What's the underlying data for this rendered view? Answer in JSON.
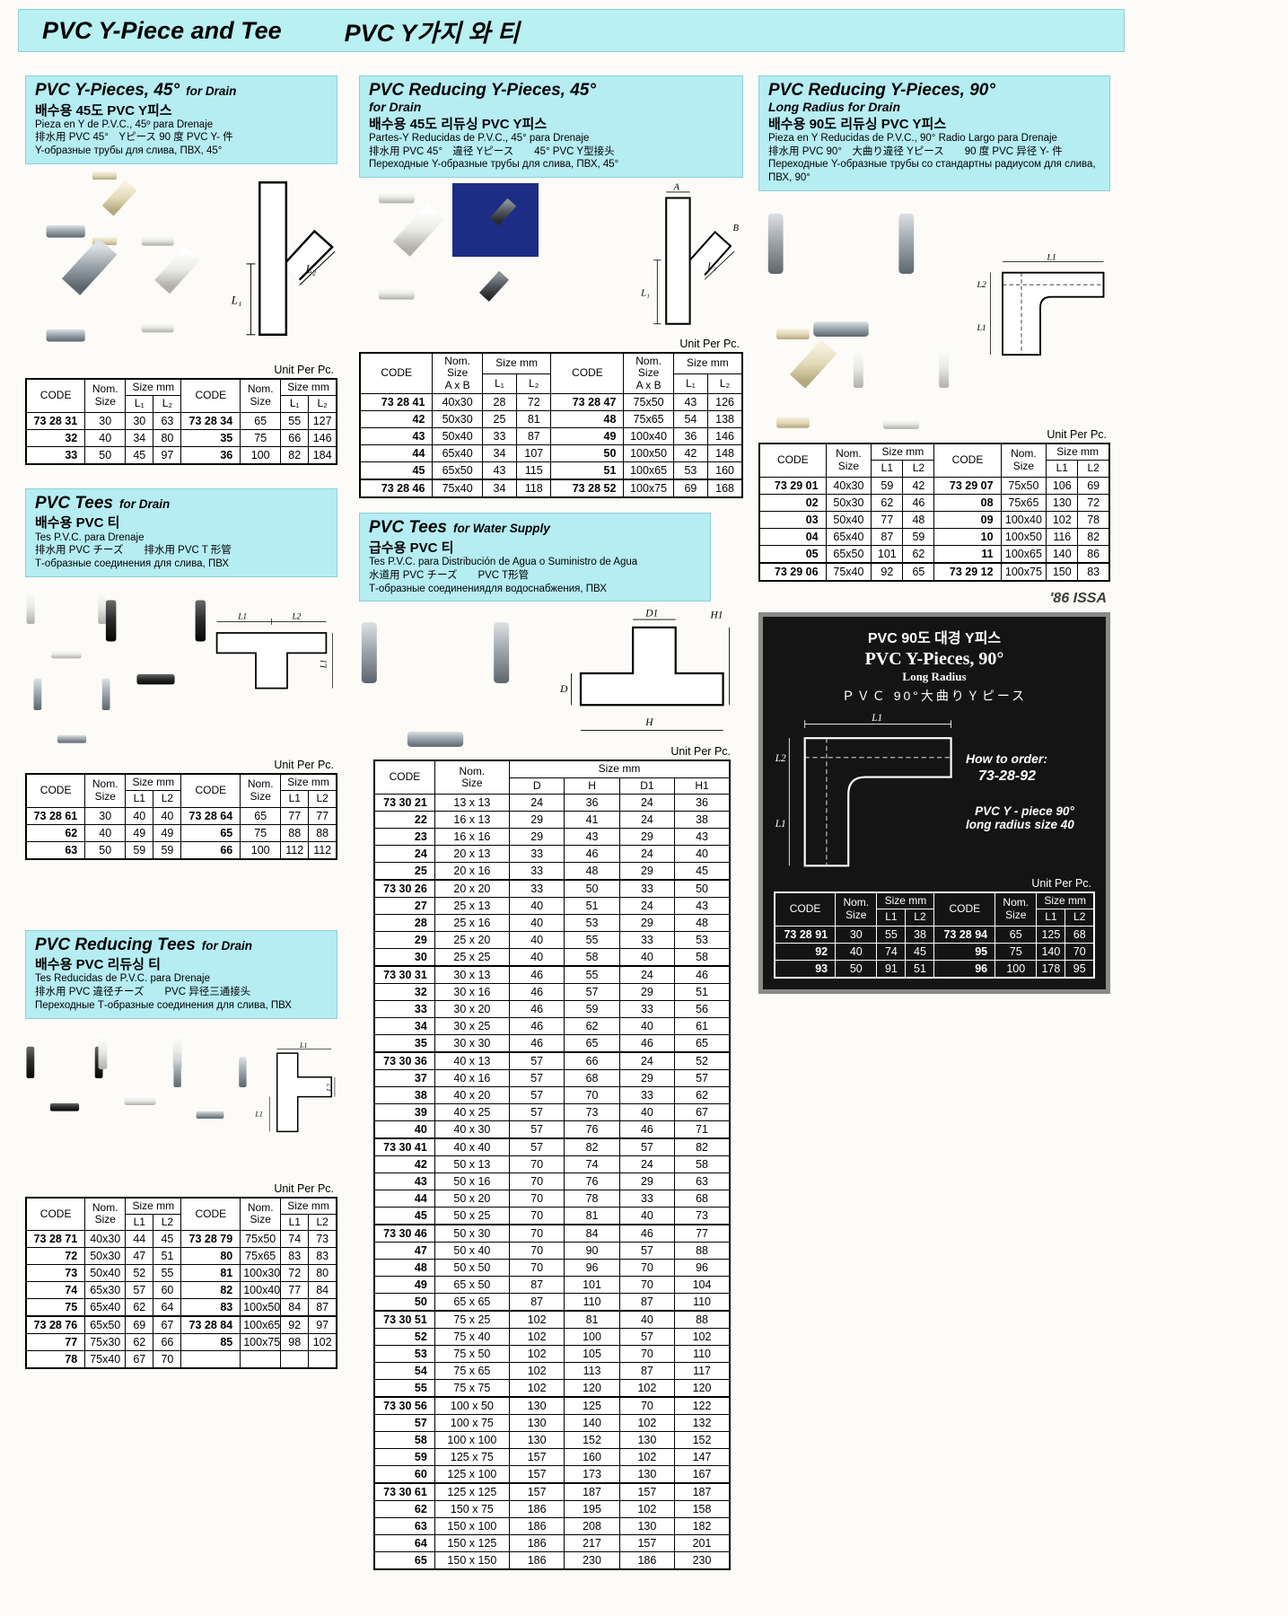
{
  "banner": {
    "title_en": "PVC Y-Piece and Tee",
    "title_ko": "PVC Y가지 와 티"
  },
  "issa_note": "'86 ISSA",
  "labels": {
    "unit": "Unit Per Pc.",
    "code": "CODE",
    "nom_size": "Nom.\nSize",
    "nom_size_axb": "Nom.\nSize\nA x B",
    "size_mm": "Size mm",
    "l1": "L1",
    "l2": "L2",
    "l1s": "L₁",
    "l2s": "L₂",
    "d": "D",
    "h": "H",
    "d1": "D1",
    "h1": "H1",
    "a": "A",
    "b": "B"
  },
  "diagram_labels": {
    "l1": "L1",
    "l2": "L2",
    "l1s": "L₁",
    "l2s": "L₂",
    "a": "A",
    "b": "B",
    "d": "D",
    "h": "H",
    "d1": "D1",
    "h1": "H1"
  },
  "sections": {
    "y45": {
      "title": "PVC Y-Pieces, 45°",
      "suffix": "for Drain",
      "sub_ko": "배수용 45도 PVC Y피스",
      "sub_es": "Pieza en Y de P.V.C., 45º para Drenaje",
      "sub_zh": "排水用 PVC 45°　Yピース  90 度 PVC Y- 件",
      "sub_ru": "Y-образные трубы для слива, ПВХ, 45°",
      "groups": [
        [
          [
            "73 28 31",
            "30",
            "30",
            "63",
            "73 28 34",
            "65",
            "55",
            "127"
          ],
          [
            "32",
            "40",
            "34",
            "80",
            "35",
            "75",
            "66",
            "146"
          ],
          [
            "33",
            "50",
            "45",
            "97",
            "36",
            "100",
            "82",
            "184"
          ]
        ]
      ]
    },
    "ry45": {
      "title": "PVC Reducing Y-Pieces, 45°",
      "suffix": "for Drain",
      "sub_ko": "배수용 45도 리듀싱 PVC Y피스",
      "sub_es": "Partes-Y Reducidas de P.V.C., 45° para Drenaje",
      "sub_zh": "排水用 PVC 45°　違径 Yピース　　45°  PVC Y型接头",
      "sub_ru": "Переходные Y-образные трубы для слива, ПВХ, 45°",
      "groups": [
        [
          [
            "73 28 41",
            "40x30",
            "28",
            "72",
            "73 28 47",
            "75x50",
            "43",
            "126"
          ],
          [
            "42",
            "50x30",
            "25",
            "81",
            "48",
            "75x65",
            "54",
            "138"
          ],
          [
            "43",
            "50x40",
            "33",
            "87",
            "49",
            "100x40",
            "36",
            "146"
          ],
          [
            "44",
            "65x40",
            "34",
            "107",
            "50",
            "100x50",
            "42",
            "148"
          ],
          [
            "45",
            "65x50",
            "43",
            "115",
            "51",
            "100x65",
            "53",
            "160"
          ]
        ],
        [
          [
            "73 28 46",
            "75x40",
            "34",
            "118",
            "73 28 52",
            "100x75",
            "69",
            "168"
          ]
        ]
      ]
    },
    "ry90": {
      "title": "PVC Reducing Y-Pieces, 90°",
      "suffix": "Long Radius for Drain",
      "sub_ko": "배수용 90도 리듀싱 PVC Y피스",
      "sub_es": "Pieza en Y Reducidas de P.V.C., 90° Radio Largo para Drenaje",
      "sub_zh": "排水用 PVC 90°　大曲り違径 Yピース　　90 度 PVC 异径 Y- 件",
      "sub_ru": "Переходные Y-образные трубы со стандартны радиусом для слива, ПВХ, 90°",
      "groups": [
        [
          [
            "73 29 01",
            "40x30",
            "59",
            "42",
            "73 29 07",
            "75x50",
            "106",
            "69"
          ],
          [
            "02",
            "50x30",
            "62",
            "46",
            "08",
            "75x65",
            "130",
            "72"
          ],
          [
            "03",
            "50x40",
            "77",
            "48",
            "09",
            "100x40",
            "102",
            "78"
          ],
          [
            "04",
            "65x40",
            "87",
            "59",
            "10",
            "100x50",
            "116",
            "82"
          ],
          [
            "05",
            "65x50",
            "101",
            "62",
            "11",
            "100x65",
            "140",
            "86"
          ]
        ],
        [
          [
            "73 29 06",
            "75x40",
            "92",
            "65",
            "73 29 12",
            "100x75",
            "150",
            "83"
          ]
        ]
      ]
    },
    "tees_drain": {
      "title": "PVC Tees",
      "suffix": "for Drain",
      "sub_ko": "배수용 PVC 티",
      "sub_es": "Tes P.V.C. para Drenaje",
      "sub_zh": "排水用 PVC チーズ　　排水用 PVC T 形管",
      "sub_ru": "Т-образные соединения для слива, ПВХ",
      "groups": [
        [
          [
            "73 28 61",
            "30",
            "40",
            "40",
            "73 28 64",
            "65",
            "77",
            "77"
          ],
          [
            "62",
            "40",
            "49",
            "49",
            "65",
            "75",
            "88",
            "88"
          ],
          [
            "63",
            "50",
            "59",
            "59",
            "66",
            "100",
            "112",
            "112"
          ]
        ]
      ]
    },
    "tees_water": {
      "title": "PVC Tees",
      "suffix": "for Water Supply",
      "sub_ko": "급수용 PVC 티",
      "sub_es": "Tes P.V.C. para Distribución de Agua o Suministro de Agua",
      "sub_zh": "水道用 PVC チーズ　　PVC T形管",
      "sub_ru": "Т-образные соединениядля водоснабжения, ПВХ",
      "groups": [
        [
          [
            "73 30 21",
            "13 x 13",
            "24",
            "36",
            "24",
            "36"
          ],
          [
            "22",
            "16 x 13",
            "29",
            "41",
            "24",
            "38"
          ],
          [
            "23",
            "16 x 16",
            "29",
            "43",
            "29",
            "43"
          ],
          [
            "24",
            "20 x 13",
            "33",
            "46",
            "24",
            "40"
          ],
          [
            "25",
            "20 x 16",
            "33",
            "48",
            "29",
            "45"
          ]
        ],
        [
          [
            "73 30 26",
            "20 x 20",
            "33",
            "50",
            "33",
            "50"
          ],
          [
            "27",
            "25 x 13",
            "40",
            "51",
            "24",
            "43"
          ],
          [
            "28",
            "25 x 16",
            "40",
            "53",
            "29",
            "48"
          ],
          [
            "29",
            "25 x 20",
            "40",
            "55",
            "33",
            "53"
          ],
          [
            "30",
            "25 x 25",
            "40",
            "58",
            "40",
            "58"
          ]
        ],
        [
          [
            "73 30 31",
            "30 x 13",
            "46",
            "55",
            "24",
            "46"
          ],
          [
            "32",
            "30 x 16",
            "46",
            "57",
            "29",
            "51"
          ],
          [
            "33",
            "30 x 20",
            "46",
            "59",
            "33",
            "56"
          ],
          [
            "34",
            "30 x 25",
            "46",
            "62",
            "40",
            "61"
          ],
          [
            "35",
            "30 x 30",
            "46",
            "65",
            "46",
            "65"
          ]
        ],
        [
          [
            "73 30 36",
            "40 x 13",
            "57",
            "66",
            "24",
            "52"
          ],
          [
            "37",
            "40 x 16",
            "57",
            "68",
            "29",
            "57"
          ],
          [
            "38",
            "40 x 20",
            "57",
            "70",
            "33",
            "62"
          ],
          [
            "39",
            "40 x 25",
            "57",
            "73",
            "40",
            "67"
          ],
          [
            "40",
            "40 x 30",
            "57",
            "76",
            "46",
            "71"
          ]
        ],
        [
          [
            "73 30 41",
            "40 x 40",
            "57",
            "82",
            "57",
            "82"
          ],
          [
            "42",
            "50 x 13",
            "70",
            "74",
            "24",
            "58"
          ],
          [
            "43",
            "50 x 16",
            "70",
            "76",
            "29",
            "63"
          ],
          [
            "44",
            "50 x 20",
            "70",
            "78",
            "33",
            "68"
          ],
          [
            "45",
            "50 x 25",
            "70",
            "81",
            "40",
            "73"
          ]
        ],
        [
          [
            "73 30 46",
            "50 x 30",
            "70",
            "84",
            "46",
            "77"
          ],
          [
            "47",
            "50 x 40",
            "70",
            "90",
            "57",
            "88"
          ],
          [
            "48",
            "50 x 50",
            "70",
            "96",
            "70",
            "96"
          ],
          [
            "49",
            "65 x 50",
            "87",
            "101",
            "70",
            "104"
          ],
          [
            "50",
            "65 x 65",
            "87",
            "110",
            "87",
            "110"
          ]
        ],
        [
          [
            "73 30 51",
            "75 x 25",
            "102",
            "81",
            "40",
            "88"
          ],
          [
            "52",
            "75 x 40",
            "102",
            "100",
            "57",
            "102"
          ],
          [
            "53",
            "75 x 50",
            "102",
            "105",
            "70",
            "110"
          ],
          [
            "54",
            "75 x 65",
            "102",
            "113",
            "87",
            "117"
          ],
          [
            "55",
            "75 x 75",
            "102",
            "120",
            "102",
            "120"
          ]
        ],
        [
          [
            "73 30 56",
            "100 x 50",
            "130",
            "125",
            "70",
            "122"
          ],
          [
            "57",
            "100 x 75",
            "130",
            "140",
            "102",
            "132"
          ],
          [
            "58",
            "100 x 100",
            "130",
            "152",
            "130",
            "152"
          ],
          [
            "59",
            "125 x 75",
            "157",
            "160",
            "102",
            "147"
          ],
          [
            "60",
            "125 x 100",
            "157",
            "173",
            "130",
            "167"
          ]
        ],
        [
          [
            "73 30 61",
            "125 x 125",
            "157",
            "187",
            "157",
            "187"
          ],
          [
            "62",
            "150 x 75",
            "186",
            "195",
            "102",
            "158"
          ],
          [
            "63",
            "150 x 100",
            "186",
            "208",
            "130",
            "182"
          ],
          [
            "64",
            "150 x 125",
            "186",
            "217",
            "157",
            "201"
          ],
          [
            "65",
            "150 x 150",
            "186",
            "230",
            "186",
            "230"
          ]
        ]
      ]
    },
    "rtees": {
      "title": "PVC Reducing Tees",
      "suffix": "for Drain",
      "sub_ko": "배수용 PVC 리듀싱 티",
      "sub_es": "Tes Reducidas de P.V.C. para Drenaje",
      "sub_zh": "排水用 PVC 違径チーズ　　PVC 异径三通接头",
      "sub_ru": "Переходные Т-образные соединения для слива, ПВХ",
      "groups": [
        [
          [
            "73 28 71",
            "40x30",
            "44",
            "45",
            "73 28 79",
            "75x50",
            "74",
            "73"
          ],
          [
            "72",
            "50x30",
            "47",
            "51",
            "80",
            "75x65",
            "83",
            "83"
          ],
          [
            "73",
            "50x40",
            "52",
            "55",
            "81",
            "100x30",
            "72",
            "80"
          ],
          [
            "74",
            "65x30",
            "57",
            "60",
            "82",
            "100x40",
            "77",
            "84"
          ],
          [
            "75",
            "65x40",
            "62",
            "64",
            "83",
            "100x50",
            "84",
            "87"
          ]
        ],
        [
          [
            "73 28 76",
            "65x50",
            "69",
            "67",
            "73 28 84",
            "100x65",
            "92",
            "97"
          ],
          [
            "77",
            "75x30",
            "62",
            "66",
            "85",
            "100x75",
            "98",
            "102"
          ],
          [
            "78",
            "75x40",
            "67",
            "70",
            "",
            "",
            "",
            ""
          ]
        ]
      ]
    },
    "y90lr": {
      "title_ko": "PVC 90도 대경 Y피스",
      "title_en": "PVC Y-Pieces, 90°",
      "title_sub": "Long Radius",
      "title_ja": "ＰＶＣ 90°大曲りＹピース",
      "order_label": "How to order:",
      "order_code": "73-28-92",
      "order_desc1": "PVC Y - piece 90°",
      "order_desc2": "long radius size 40",
      "groups": [
        [
          [
            "73 28 91",
            "30",
            "55",
            "38",
            "73 28 94",
            "65",
            "125",
            "68"
          ],
          [
            "92",
            "40",
            "74",
            "45",
            "95",
            "75",
            "140",
            "70"
          ],
          [
            "93",
            "50",
            "91",
            "51",
            "96",
            "100",
            "178",
            "95"
          ]
        ]
      ]
    }
  }
}
